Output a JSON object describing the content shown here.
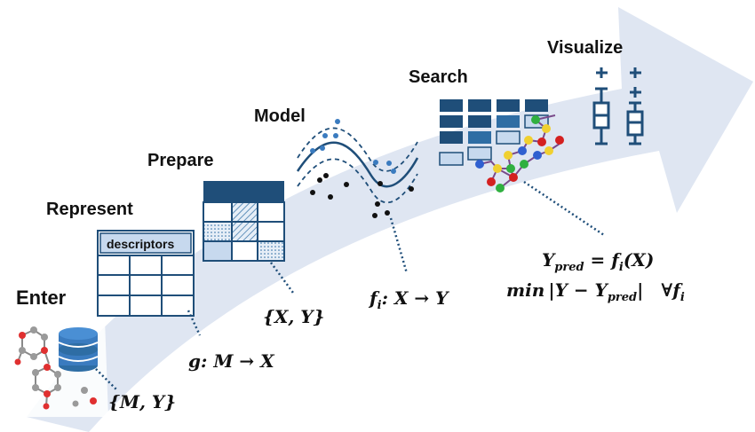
{
  "stages": {
    "enter": "Enter",
    "represent": "Represent",
    "prepare": "Prepare",
    "model": "Model",
    "search": "Search",
    "visualize": "Visualize"
  },
  "table_header": "descriptors",
  "formulas": {
    "dataset": "{M, Y}",
    "mapping_g": "g",
    "mapping_domain": ": M → X",
    "prepared_set": "{X, Y}",
    "model_f": "f",
    "model_sub": "i",
    "model_map": ": X → Y",
    "ypred_lhs": "Y",
    "ypred_sub": "pred",
    "ypred_eq": " = f",
    "ypred_i": "i",
    "ypred_arg": "(X)",
    "min_text": "min",
    "min_abs": "|Y − Y",
    "min_sub": "pred",
    "min_close": "|",
    "forall": "∀f",
    "forall_sub": "i"
  },
  "colors": {
    "arrow": "#dfe6f2",
    "navy": "#1f4e79",
    "mid_blue": "#2e6da4",
    "light_blue": "#c7d9ee",
    "dot_blue": "#3a7bbf"
  },
  "icons": {
    "enter": "database-with-molecules-icon",
    "represent": "descriptor-table-icon",
    "prepare": "prepared-matrix-icon",
    "model": "regression-curve-icon",
    "search": "search-grid-with-molecule-icon",
    "visualize": "box-plot-icon"
  }
}
